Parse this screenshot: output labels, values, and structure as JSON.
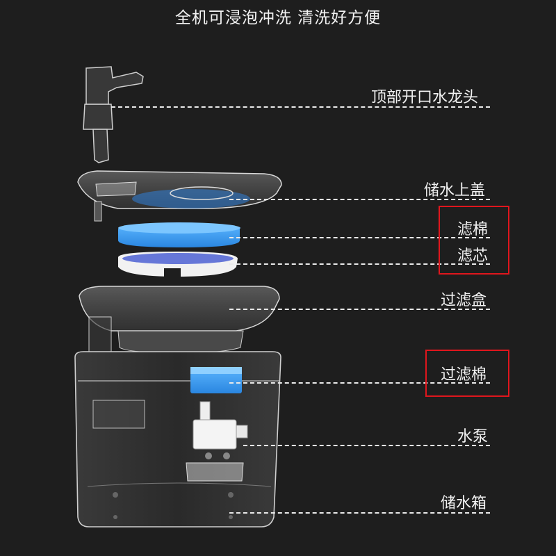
{
  "title": "全机可浸泡冲洗  清洗好方便",
  "parts": [
    {
      "id": "spout",
      "label": "顶部开口水龙头"
    },
    {
      "id": "lid",
      "label": "储水上盖"
    },
    {
      "id": "sponge",
      "label": "滤棉"
    },
    {
      "id": "core",
      "label": "滤芯"
    },
    {
      "id": "filterbox",
      "label": "过滤盒"
    },
    {
      "id": "filtersponge",
      "label": "过滤棉"
    },
    {
      "id": "pump",
      "label": "水泵"
    },
    {
      "id": "tank",
      "label": "储水箱"
    }
  ],
  "colors": {
    "background": "#1e1e1e",
    "highlight": "#e0161d",
    "sponge": "#3ea0f0",
    "text": "#f2f2f2"
  }
}
